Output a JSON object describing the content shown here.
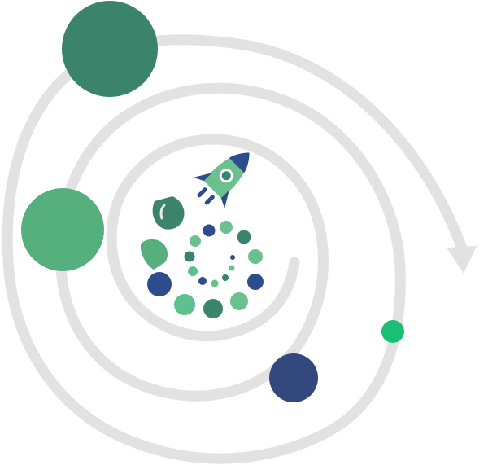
{
  "illustration": {
    "subject": "rocket-launch-spiral",
    "text_content": []
  },
  "colors": {
    "background": "#ffffff",
    "spiral_track": "#e2e2e2",
    "dark_green": "#3b846b",
    "medium_green": "#55b07d",
    "light_green": "#6bc08f",
    "mint": "#5cc18e",
    "bright_green": "#1bbf73",
    "navy": "#2d4c8e",
    "deep_navy": "#33497e",
    "white": "#ffffff"
  },
  "icons": [
    "spiral-track",
    "arrowhead-icon",
    "rocket-icon",
    "planet-dark-green",
    "planet-medium-green",
    "planet-navy",
    "planet-bright-green",
    "droplet-icon",
    "dot-swirl-icon"
  ]
}
